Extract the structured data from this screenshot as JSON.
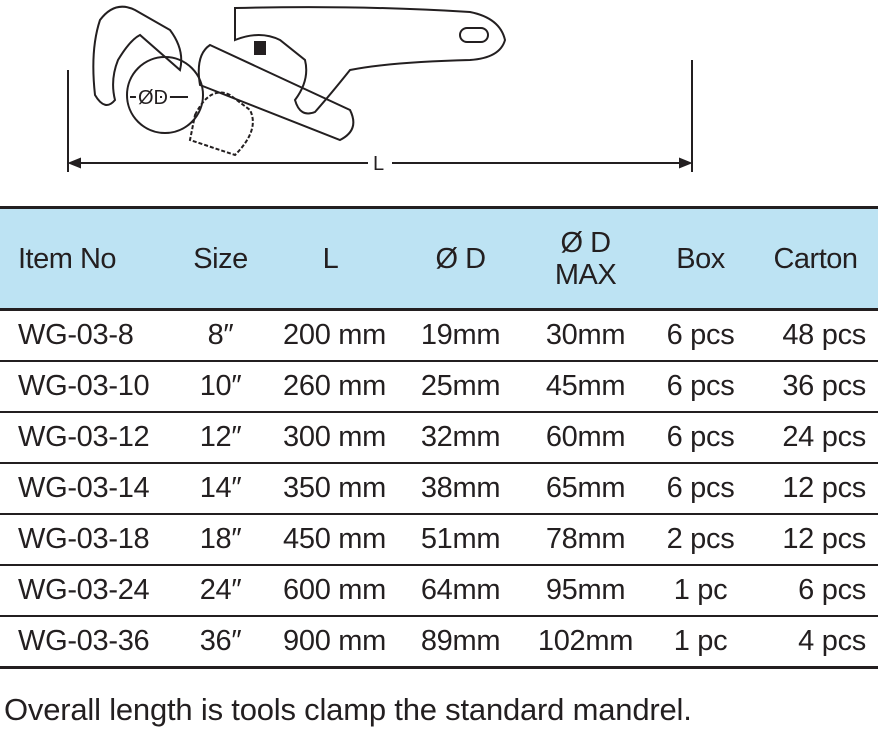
{
  "diagram": {
    "diameter_label": "ØD",
    "length_label": "L"
  },
  "table": {
    "headers": [
      "Item No",
      "Size",
      "L",
      "Ø D",
      "Ø D",
      "MAX",
      "Box",
      "Carton"
    ],
    "rows": [
      [
        "WG-03-8",
        "8″",
        "200 mm",
        "19mm",
        "30mm",
        "6 pcs",
        "48 pcs"
      ],
      [
        "WG-03-10",
        "10″",
        "260 mm",
        "25mm",
        "45mm",
        "6 pcs",
        "36 pcs"
      ],
      [
        "WG-03-12",
        "12″",
        "300 mm",
        "32mm",
        "60mm",
        "6 pcs",
        "24 pcs"
      ],
      [
        "WG-03-14",
        "14″",
        "350 mm",
        "38mm",
        "65mm",
        "6 pcs",
        "12 pcs"
      ],
      [
        "WG-03-18",
        "18″",
        "450 mm",
        "51mm",
        "78mm",
        "2 pcs",
        "12 pcs"
      ],
      [
        "WG-03-24",
        "24″",
        "600 mm",
        "64mm",
        "95mm",
        "1 pc",
        "6 pcs"
      ],
      [
        "WG-03-36",
        "36″",
        "900 mm",
        "89mm",
        "102mm",
        "1 pc",
        "4 pcs"
      ]
    ]
  },
  "note": "Overall length is tools clamp the standard mandrel.",
  "colors": {
    "header_bg": "#bde3f3",
    "text": "#231f20"
  }
}
